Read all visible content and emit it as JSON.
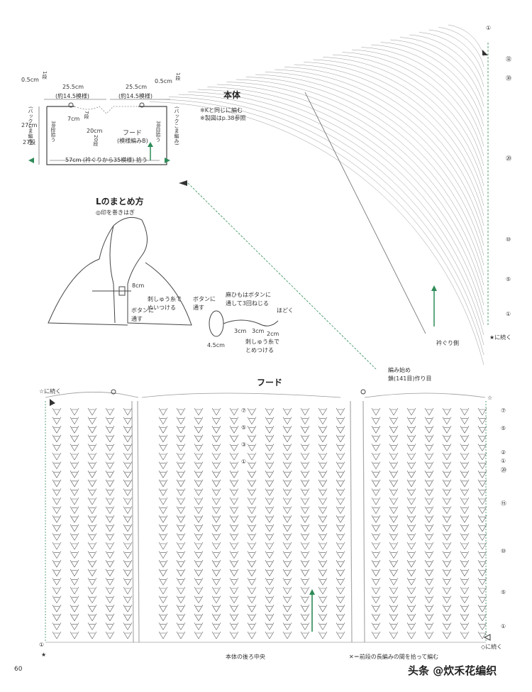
{
  "page_number": "60",
  "watermark": "头条 @炊禾花编织",
  "schematic": {
    "left_small": "0.5cm",
    "left_small_rows": "1段",
    "width_left": "25.5cm",
    "width_left_repeats": "(約14.5模様)",
    "width_right": "25.5cm",
    "width_right_repeats": "(約14.5模様)",
    "right_small": "0.5cm",
    "right_small_rows": "1段",
    "height_left_label": "(バックこま編み)",
    "height_left": "27cm",
    "height_left_rows": "38段拾う",
    "height_left_27": "27段",
    "height_right_label": "(バックこま編み)",
    "height_right_rows": "38目拾う",
    "neck_7cm": "7cm",
    "neck_7rows": "7段",
    "neck_20cm": "20cm",
    "neck_20rows": "20段",
    "hood_title": "フード",
    "hood_pattern": "(模様編みB)",
    "bottom_pickup": "57cm (衿ぐりから35模様) 拾う"
  },
  "assembly": {
    "title": "Lのまとめ方",
    "note": "◎印を巻きはぎ",
    "dim_8cm": "8cm",
    "sew1": "刺しゅう糸で",
    "sew2": "ぬいつける",
    "button_thread": "ボタンに",
    "button_thread2": "通す"
  },
  "body_chart": {
    "title": "本体",
    "note1": "※Kと同じに編む",
    "note2": "※製図はp.38参照",
    "start_label": "編み始め",
    "start_chain": "鎖(141目)作り目",
    "neck_side": "衿ぐり側",
    "continue": "★に続く",
    "rows": [
      "①",
      "⑤",
      "⑩",
      "⑳",
      "㉚",
      "㉜"
    ]
  },
  "button_detail": {
    "a": "ボタンに",
    "b": "通す",
    "c": "麻ひもはボタンに",
    "d": "通して3回ねじる",
    "e": "ほどく",
    "f": "3cm",
    "g": "3cm",
    "h": "2cm",
    "i": "4.5cm",
    "j": "刺しゅう糸で",
    "k": "とめつける"
  },
  "hood_chart": {
    "title": "フード",
    "top_left": "☆に続く",
    "top_right": "☆",
    "bottom_left": "★",
    "bottom_right": "◇に続く",
    "center_back": "本体の後ろ中央",
    "legend": "✕＝前段の長編みの間を拾って編む",
    "right_rows": [
      "⑦",
      "⑤",
      "②",
      "①",
      "⑳",
      "⑮",
      "⑩",
      "⑤",
      "①"
    ],
    "mid_rows": [
      "⑦",
      "⑤",
      "③",
      "①"
    ],
    "left_row": "①"
  }
}
